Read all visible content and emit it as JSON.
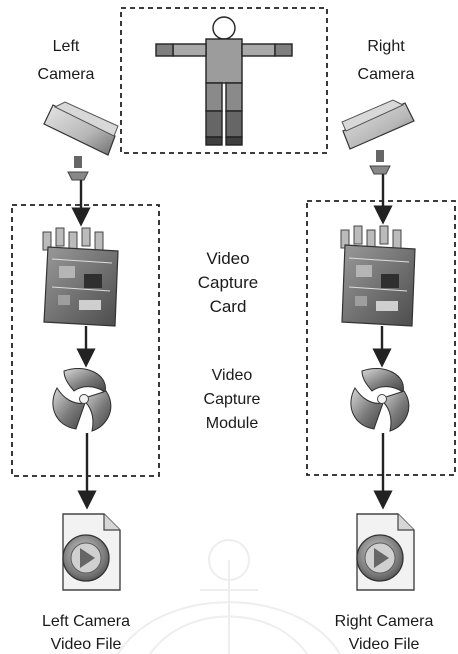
{
  "labels": {
    "left_camera_line1": "Left",
    "left_camera_line2": "Camera",
    "right_camera_line1": "Right",
    "right_camera_line2": "Camera",
    "video_capture_card_line1": "Video",
    "video_capture_card_line2": "Capture",
    "video_capture_card_line3": "Card",
    "video_capture_module_line1": "Video",
    "video_capture_module_line2": "Capture",
    "video_capture_module_line3": "Module",
    "left_file_line1": "Left Camera",
    "left_file_line2": "Video File",
    "right_file_line1": "Right Camera",
    "right_file_line2": "Video File"
  },
  "icons": {
    "human_model": "human-figure-icon",
    "camera": "security-camera-icon",
    "capture_card": "circuit-board-icon",
    "capture_module": "software-module-icon",
    "video_file": "video-file-icon"
  },
  "colors": {
    "line": "#222222",
    "text": "#1a1a1a",
    "module_dark": "#4a4a4a",
    "module_light": "#bdbdbd",
    "board": "#6f6f6f",
    "file_bg": "#f2f2f2",
    "play": "#6c6c6c"
  }
}
